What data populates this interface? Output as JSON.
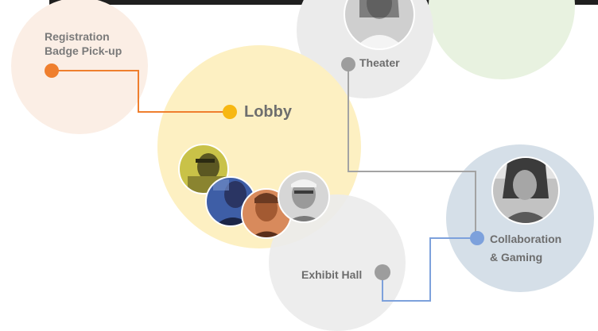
{
  "locations": {
    "registration": {
      "line1": "Registration",
      "line2": "Badge Pick-up"
    },
    "theater": {
      "label": "Theater"
    },
    "lobby": {
      "label": "Lobby"
    },
    "collaboration": {
      "line1": "Collaboration",
      "line2": "& Gaming"
    },
    "exhibit_hall": {
      "label": "Exhibit Hall"
    }
  },
  "colors": {
    "registration_circle": "#fbeee5",
    "registration_accent": "#ef7f2e",
    "lobby_circle": "#fdf0c2",
    "lobby_accent": "#f7b712",
    "theater_circle": "#ebebeb",
    "theater_accent": "#9d9d9d",
    "green_circle": "#e8f2e0",
    "collab_circle": "#d5dfe8",
    "collab_accent": "#7da1dc",
    "exhibit_circle": "#ebebeb",
    "exhibit_accent": "#9d9d9d",
    "top_bar": "#1f1f1f",
    "label_text": "#6e6e6e"
  }
}
